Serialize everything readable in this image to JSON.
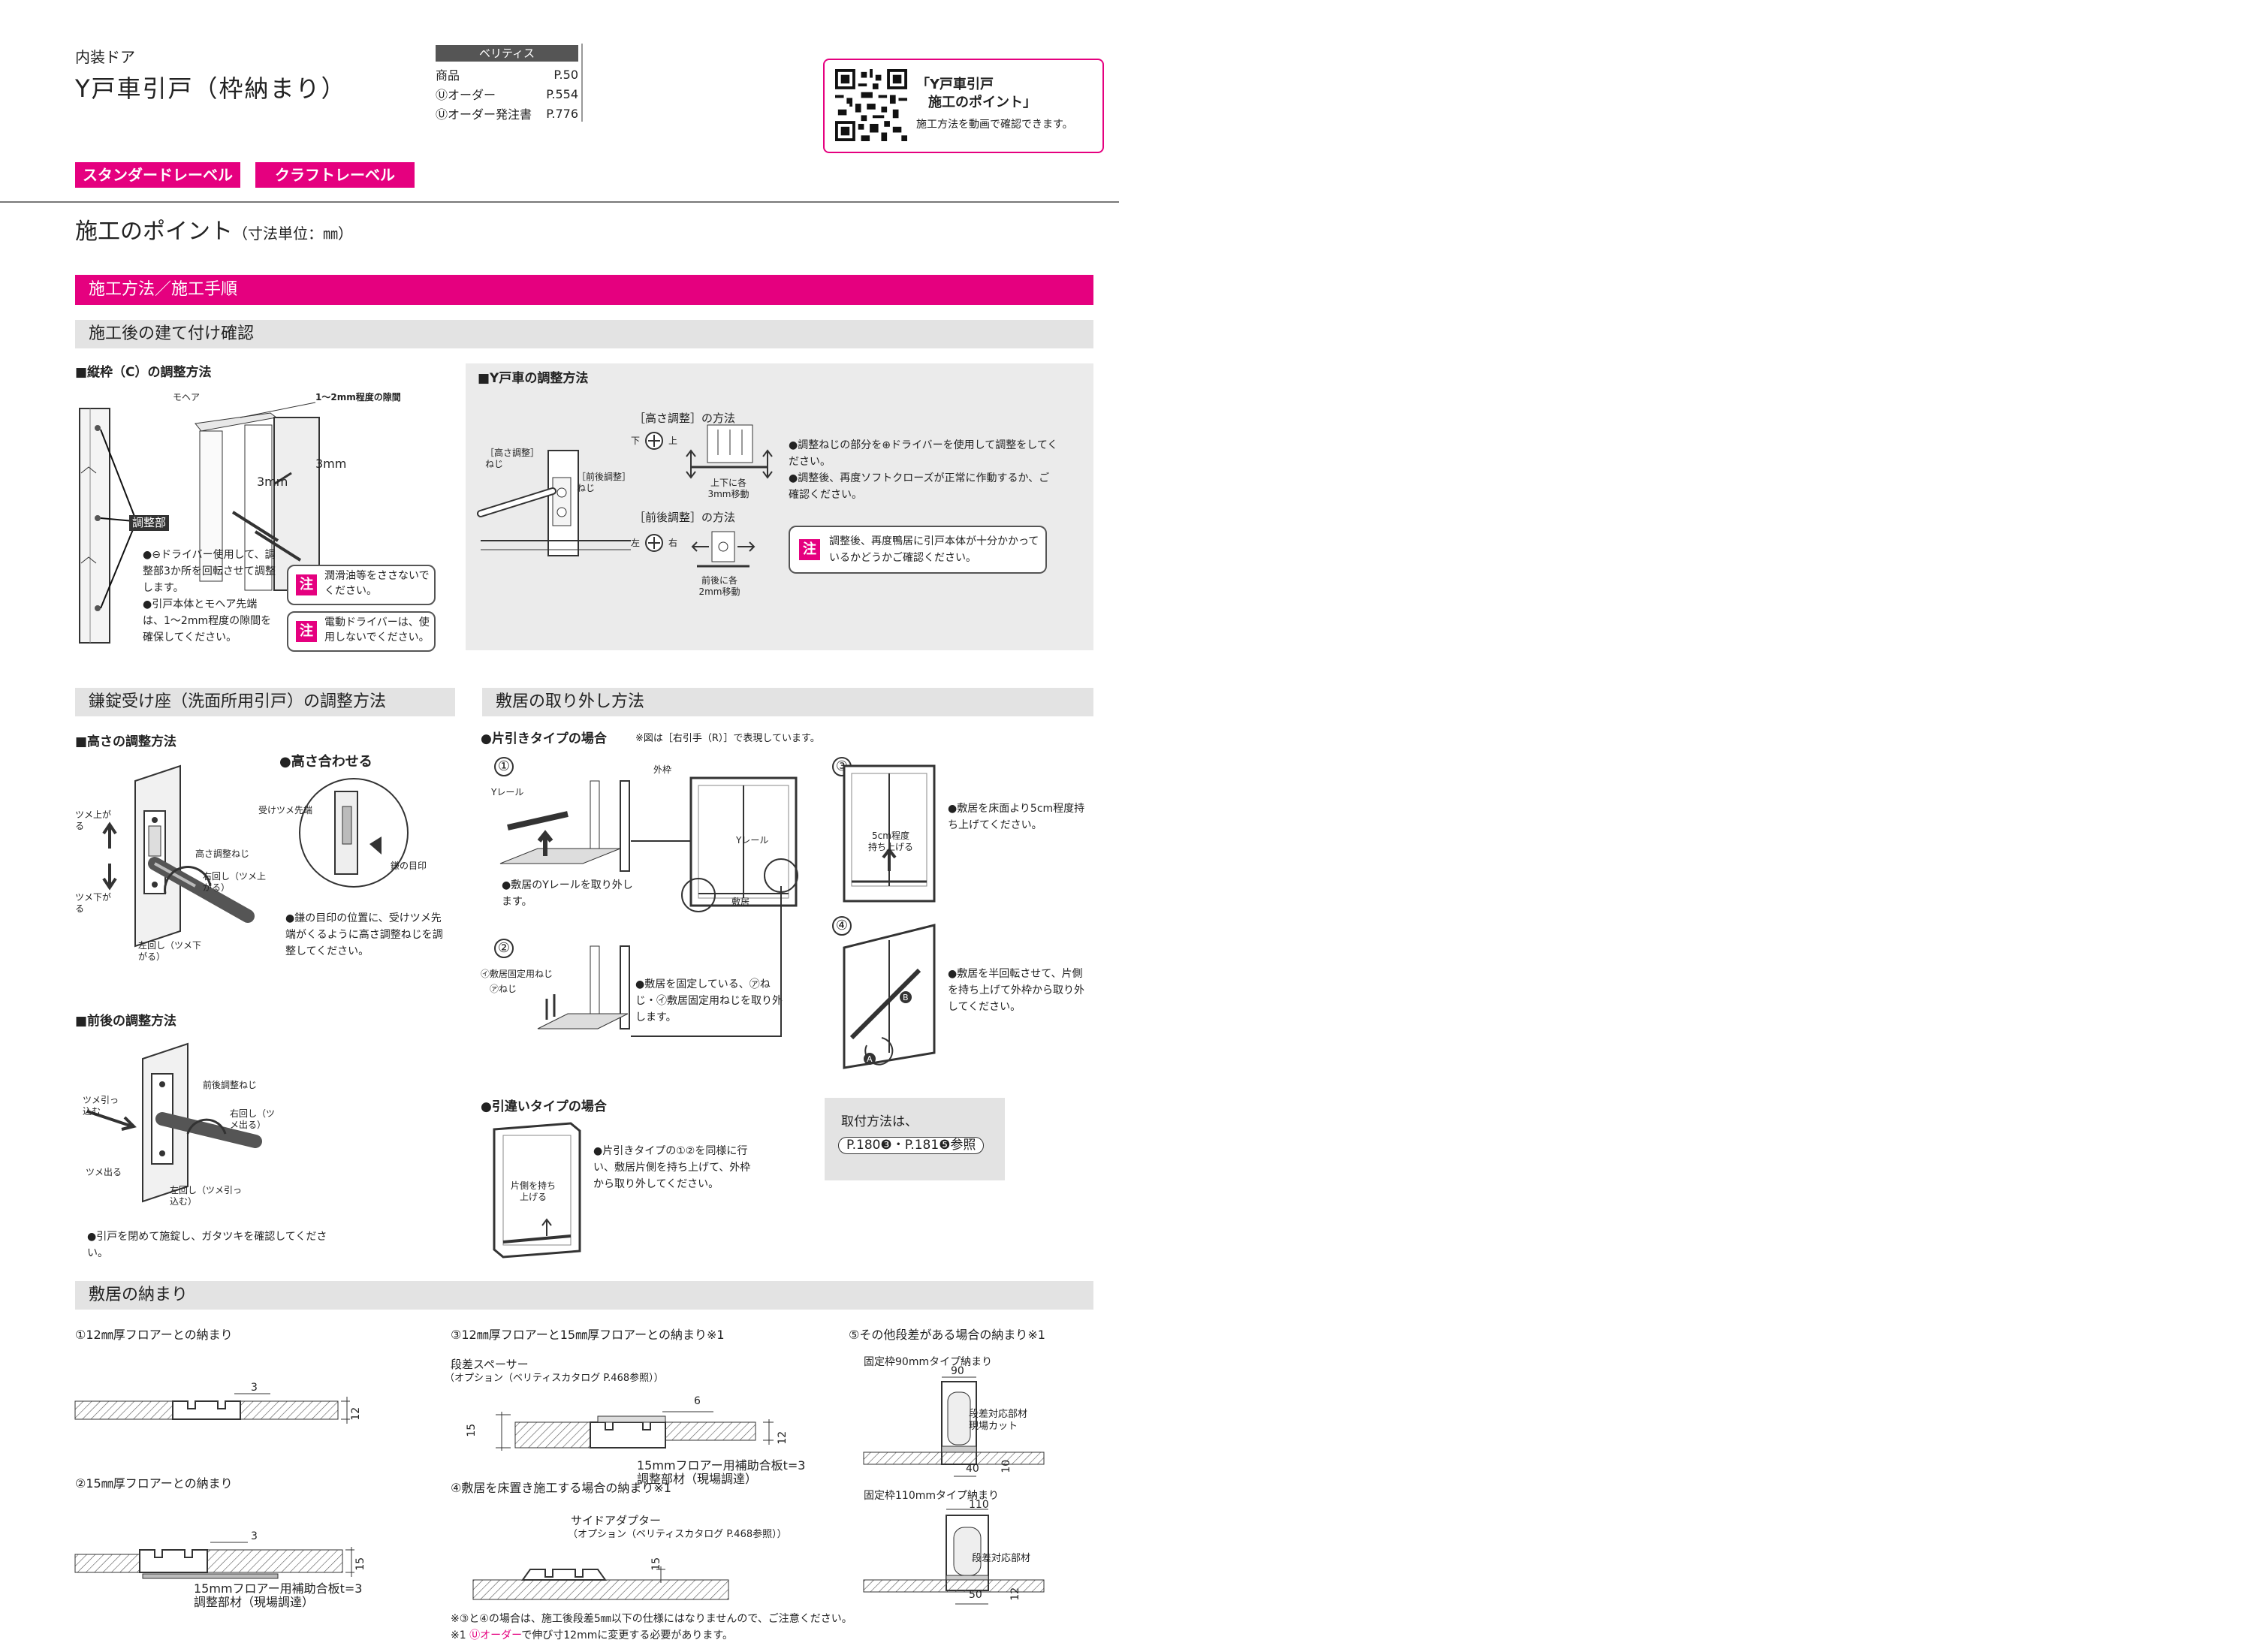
{
  "header": {
    "category": "内装ドア",
    "title": "Y戸車引戸（枠納まり）",
    "ref_header": "ベリティス",
    "refs": [
      {
        "label": "商品",
        "page": "P.50"
      },
      {
        "label": "Ⓤオーダー",
        "page": "P.554"
      },
      {
        "label": "Ⓤオーダー発注書",
        "page": "P.776"
      }
    ],
    "qr_title_line1": "「Y戸車引戸",
    "qr_title_line2": "施工のポイント」",
    "qr_desc": "施工方法を動画で確認できます。"
  },
  "levels": [
    "スタンダードレーベル",
    "クラフトレーベル"
  ],
  "page_title": "施工のポイント",
  "page_title_unit": "（寸法単位：㎜）",
  "section_main": "施工方法／施工手順",
  "sec_check": {
    "title": "施工後の建て付け確認",
    "c_title": "■縦枠（C）の調整方法",
    "c_labels": {
      "mohea": "モヘア",
      "gap": "1〜2mm程度の隙間",
      "mm3a": "3mm",
      "mm3b": "3mm",
      "chosei": "調整部"
    },
    "c_body": "●⊖ドライバー使用して、調整部3か所を回転させて調整します。\n●引戸本体とモヘア先端は、1〜2mm程度の隙間を確保してください。",
    "c_notes": [
      "潤滑油等をささないでください。",
      "電動ドライバーは、使用しないでください。"
    ],
    "chu": "注",
    "y_title": "■Y戸車の調整方法",
    "y_height_title": "［高さ調整］の方法",
    "y_front_title": "［前後調整］の方法",
    "y_labels": {
      "takasa_neji": "［高さ調整］ねじ",
      "zengo_neji": "［前後調整］ねじ",
      "shita": "下",
      "ue": "上",
      "hidari": "左",
      "migi": "右",
      "move_h": "上下に各3mm移動",
      "move_f": "前後に各2mm移動"
    },
    "y_body": "●調整ねじの部分を⊕ドライバーを使用して調整をしてください。\n●調整後、再度ソフトクローズが正常に作動するか、ご確認ください。",
    "y_note": "調整後、再度鴨居に引戸本体が十分かかっているかどうかご確認ください。"
  },
  "sec_lock": {
    "title": "鎌錠受け座（洗面所用引戸）の調整方法",
    "height_title": "■高さの調整方法",
    "match_title": "●高さ合わせる",
    "labels_h": {
      "up": "ツメ上がる",
      "down": "ツメ下がる",
      "screw": "高さ調整ねじ",
      "right": "右回し（ツメ上がる）",
      "left": "左回し（ツメ下がる）",
      "tip": "受けツメ先端",
      "mark": "鎌の目印"
    },
    "match_body": "●鎌の目印の位置に、受けツメ先端がくるように高さ調整ねじを調整してください。",
    "front_title": "■前後の調整方法",
    "labels_f": {
      "pull": "ツメ引っ込む",
      "out": "ツメ出る",
      "screw": "前後調整ねじ",
      "right": "右回し（ツメ出る）",
      "left": "左回し（ツメ引っ込む）"
    },
    "front_body": "●引戸を閉めて施錠し、ガタツキを確認してください。"
  },
  "sec_sill": {
    "title": "敷居の取り外し方法",
    "single_title": "●片引きタイプの場合",
    "single_note": "※図は［右引手（R）］で表現しています。",
    "step1": "①",
    "step2": "②",
    "step3": "③",
    "step4": "④",
    "labels": {
      "yrail": "Yレール",
      "sotowaku": "外枠",
      "yrail2": "Yレール",
      "shikii": "敷居",
      "neji_i": "㋑敷居固定用ねじ",
      "neji_a": "㋐ねじ",
      "lift": "5cm程度持ち上げる",
      "a": "A",
      "b": "B"
    },
    "body1": "●敷居のYレールを取り外します。",
    "body2": "●敷居を固定している、㋐ねじ・㋑敷居固定用ねじを取り外します。",
    "body3": "●敷居を床面より5cm程度持ち上げてください。",
    "body4": "●敷居を半回転させて、片側を持ち上げて外枠から取り外してください。",
    "double_title": "●引違いタイプの場合",
    "double_label": "片側を持ち上げる",
    "double_body": "●片引きタイプの①②を同様に行い、敷居片側を持ち上げて、外枠から取り外してください。",
    "mount_title": "取付方法は、",
    "mount_ref": "P.180❸・P.181❺参照"
  },
  "sec_fit": {
    "title": "敷居の納まり",
    "d1": {
      "title": "①12㎜厚フロアーとの納まり",
      "dim_a": "3",
      "dim_b": "12"
    },
    "d2": {
      "title": "②15㎜厚フロアーとの納まり",
      "dim_a": "3",
      "dim_b": "15",
      "note1": "15mmフロアー用補助合板t=3",
      "note2": "調整部材（現場調達）"
    },
    "d3": {
      "title": "③12㎜厚フロアーと15㎜厚フロアーとの納まり※1",
      "spacer": "段差スペーサー",
      "option": "（オプション（ベリティスカタログ P.468参照））",
      "dim_a": "6",
      "dim_l": "15",
      "dim_r": "12",
      "note1": "15mmフロアー用補助合板t=3",
      "note2": "調整部材（現場調達）"
    },
    "d4": {
      "title": "④敷居を床置き施工する場合の納まり※1",
      "adapter": "サイドアダプター",
      "option": "（オプション（ベリティスカタログ P.468参照））",
      "dim": "15"
    },
    "d5": {
      "title": "⑤その他段差がある場合の納まり※1",
      "t90": "固定枠90mmタイプ納まり",
      "w90": "90",
      "part90": "段差対応部材",
      "cut": "現場カット",
      "w40": "40",
      "h10": "10",
      "t110": "固定枠110mmタイプ納まり",
      "w110": "110",
      "part110": "段差対応部材",
      "w50": "50",
      "h12": "12"
    },
    "foot1": "※③と④の場合は、施工後段差5㎜以下の仕様にはなりませんので、ご注意ください。",
    "foot2_pre": "※1 ",
    "foot2_link": "Ⓤオーダー",
    "foot2_post": "で伸び寸12mmに変更する必要があります。"
  },
  "colors": {
    "accent": "#e5007f",
    "section_gray": "#e3e3e3",
    "panel_gray": "#ebebeb"
  }
}
